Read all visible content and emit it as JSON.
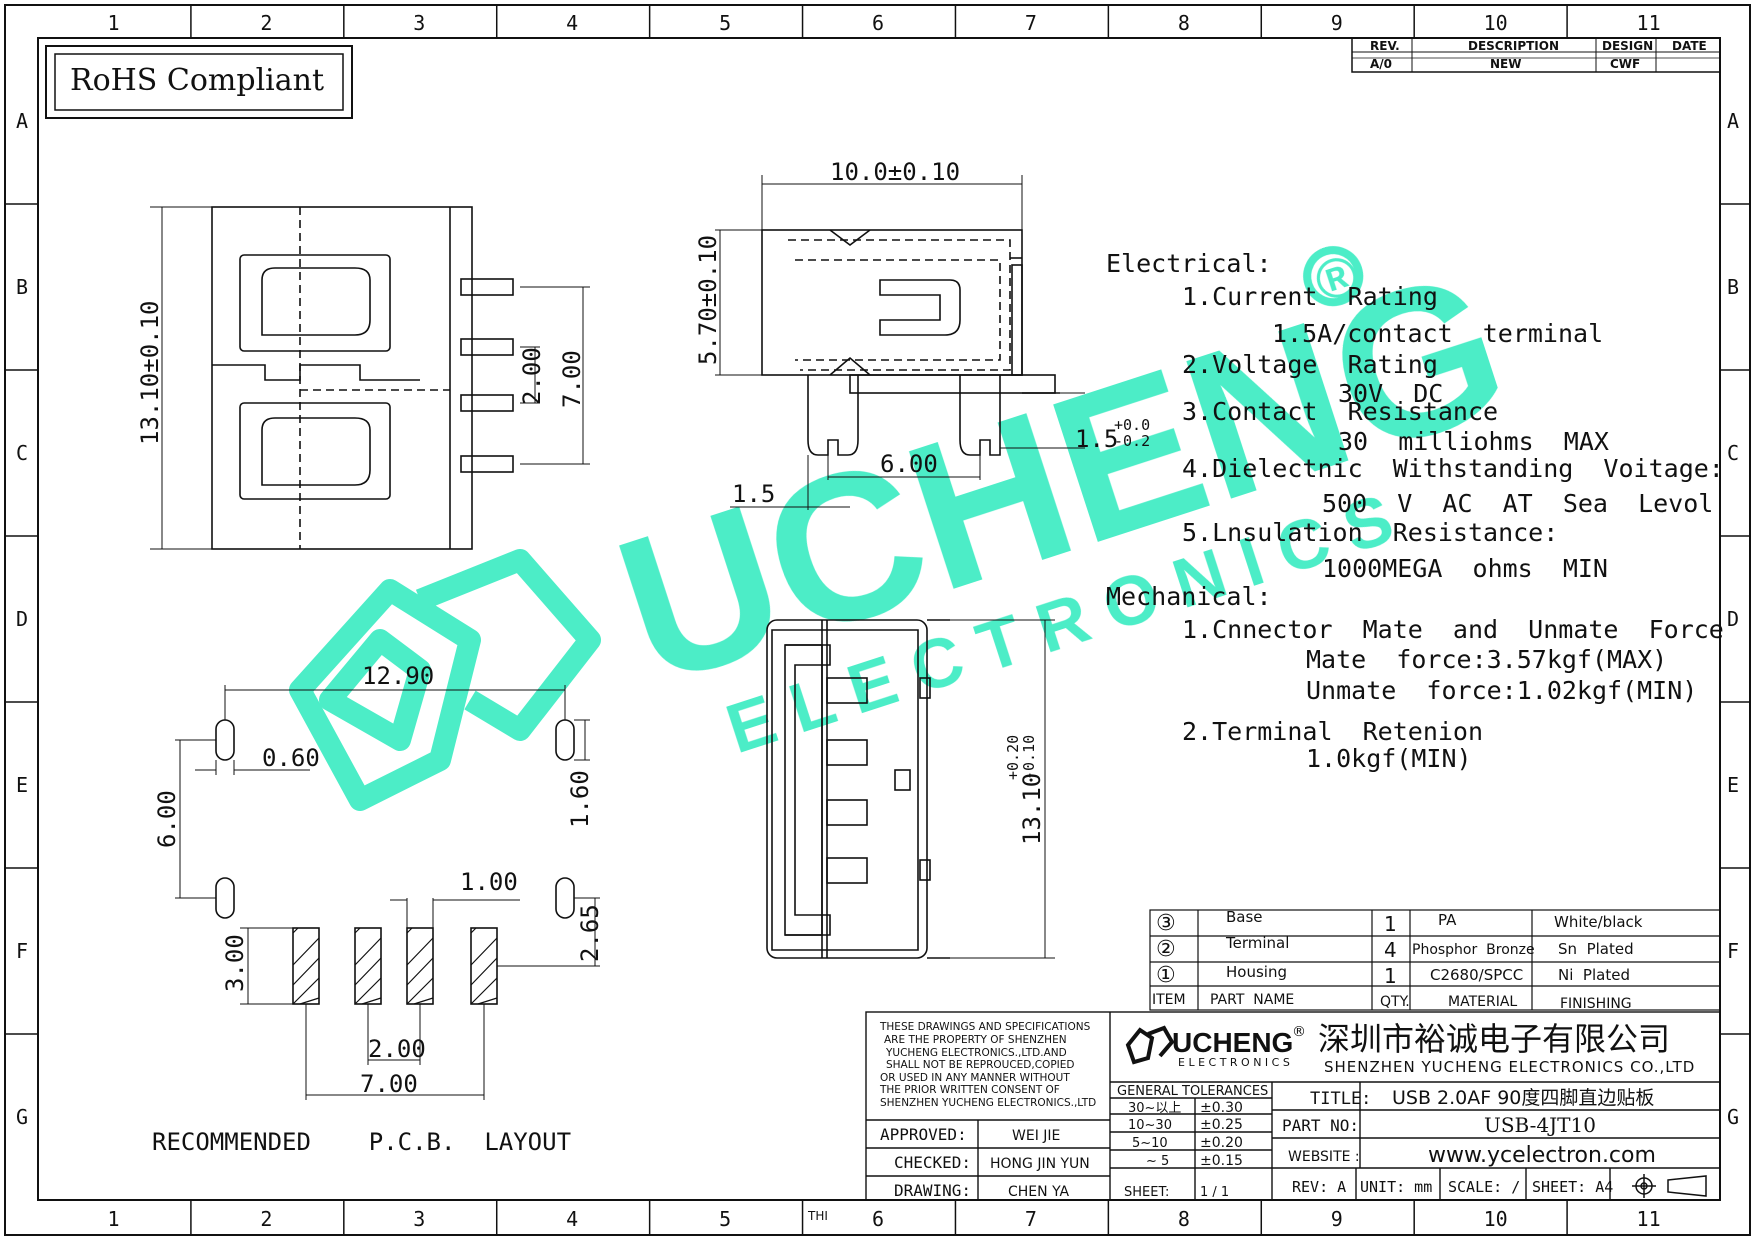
{
  "frame": {
    "columns": [
      "1",
      "2",
      "3",
      "4",
      "5",
      "6",
      "7",
      "8",
      "9",
      "10",
      "11"
    ],
    "rows": [
      "A",
      "B",
      "C",
      "D",
      "E",
      "F",
      "G"
    ]
  },
  "rohs": "RoHS Compliant",
  "revision_table": {
    "headers": [
      "REV.",
      "DESCRIPTION",
      "DESIGN",
      "DATE"
    ],
    "row": [
      "A/0",
      "NEW",
      "CWF",
      ""
    ]
  },
  "watermark": {
    "brand": "UCHENG",
    "registered": "®",
    "sub": "E L E C T R O N I C S",
    "color": "#43ecc4"
  },
  "dimensions": {
    "top_height": "13.10±0.10",
    "top_pin_pitch": "2.00",
    "top_pin_span": "7.00",
    "side_width": "10.0±0.10",
    "side_height": "5.70±0.10",
    "side_leg_gap": "6.00",
    "side_leg_offset": "1.5",
    "side_standoff": "1.5",
    "side_standoff_tol_plus": "+0.0",
    "side_standoff_tol_minus": "-0.2",
    "front_height": "13.10",
    "front_tol_plus": "+0.20",
    "front_tol_minus": "-0.10",
    "pcb_holes_span": "12.90",
    "pcb_hole_width": "0.60",
    "pcb_hole_height": "1.60",
    "pcb_hole_vgap": "6.00",
    "pcb_pad_gap": "1.00",
    "pcb_pad_length": "3.00",
    "pcb_pad_offset": "2.65",
    "pcb_pad_pitch": "2.00",
    "pcb_pad_span": "7.00",
    "pcb_caption": "RECOMMENDED    P.C.B.  LAYOUT"
  },
  "specs": {
    "electrical_title": "Electrical:",
    "items": [
      "1.Current  Rating",
      "1.5A/contact  terminal",
      "2.Voltage  Rating",
      "30V  DC",
      "3.Contact  Resistance",
      "30  milliohms  MAX",
      "4.Dielectnic  Withstanding  Voitage:",
      "500  V  AC  AT  Sea  Levol",
      "5.Lnsulation  Resistance:",
      "1000MEGA  ohms  MIN"
    ],
    "mechanical_title": "Mechanical:",
    "mech_items": [
      "1.Cnnector  Mate  and  Unmate  Force",
      "Mate  force:3.57kgf(MAX)",
      "Unmate  force:1.02kgf(MIN)",
      "2.Terminal  Retenion",
      "1.0kgf(MIN)"
    ]
  },
  "bom": {
    "rows": [
      {
        "item": "③",
        "name": "Base",
        "qty": "1",
        "material": "PA",
        "finishing": "White/black"
      },
      {
        "item": "②",
        "name": "Terminal",
        "qty": "4",
        "material": "Phosphor  Bronze",
        "finishing": "Sn  Plated"
      },
      {
        "item": "①",
        "name": "Housing",
        "qty": "1",
        "material": "C2680/SPCC",
        "finishing": "Ni  Plated"
      }
    ],
    "headers": {
      "item": "ITEM",
      "name": "PART  NAME",
      "qty": "QTY.",
      "material": "MATERIAL",
      "finishing": "FINISHING"
    }
  },
  "title_block": {
    "notice": [
      "THESE DRAWINGS AND SPECIFICATIONS",
      "ARE THE PROPERTY OF SHENZHEN",
      "YUCHENG ELECTRONICS.,LTD.AND",
      "SHALL NOT BE REPROUCED,COPIED",
      "OR USED IN ANY MANNER WITHOUT",
      "THE PRIOR WRITTEN CONSENT OF",
      "SHENZHEN YUCHENG ELECTRONICS.,LTD"
    ],
    "logo_main": "UCHENG",
    "logo_reg": "®",
    "logo_sub": "E L E C T R O N I C S",
    "company_cn": "深圳市裕诚电子有限公司",
    "company_en": "SHENZHEN YUCHENG ELECTRONICS CO.,LTD",
    "tolerances_title": "GENERAL TOLERANCES",
    "tolerances": [
      {
        "range": "30~以上",
        "value": "±0.30"
      },
      {
        "range": "10~30",
        "value": "±0.25"
      },
      {
        "range": "5~10",
        "value": "±0.20"
      },
      {
        "range": "~ 5",
        "value": "±0.15"
      }
    ],
    "approved_label": "APPROVED:",
    "approved": "WEI JIE",
    "checked_label": "CHECKED:",
    "checked": "HONG JIN YUN",
    "drawing_label": "DRAWING:",
    "drawing": "CHEN YA",
    "sheet_label": "SHEET:",
    "sheet": "1 / 1",
    "title_label": "TITLE:",
    "title": "USB 2.0AF 90度四脚直边贴板",
    "part_label": "PART NO:",
    "part_no": "USB-4JT10",
    "website_label": "WEBSITE :",
    "website": "www.ycelectron.com",
    "rev": "REV: A",
    "unit": "UNIT: mm",
    "scale": "SCALE: /",
    "sheet_size": "SHEET: A4",
    "thi": "THI"
  }
}
